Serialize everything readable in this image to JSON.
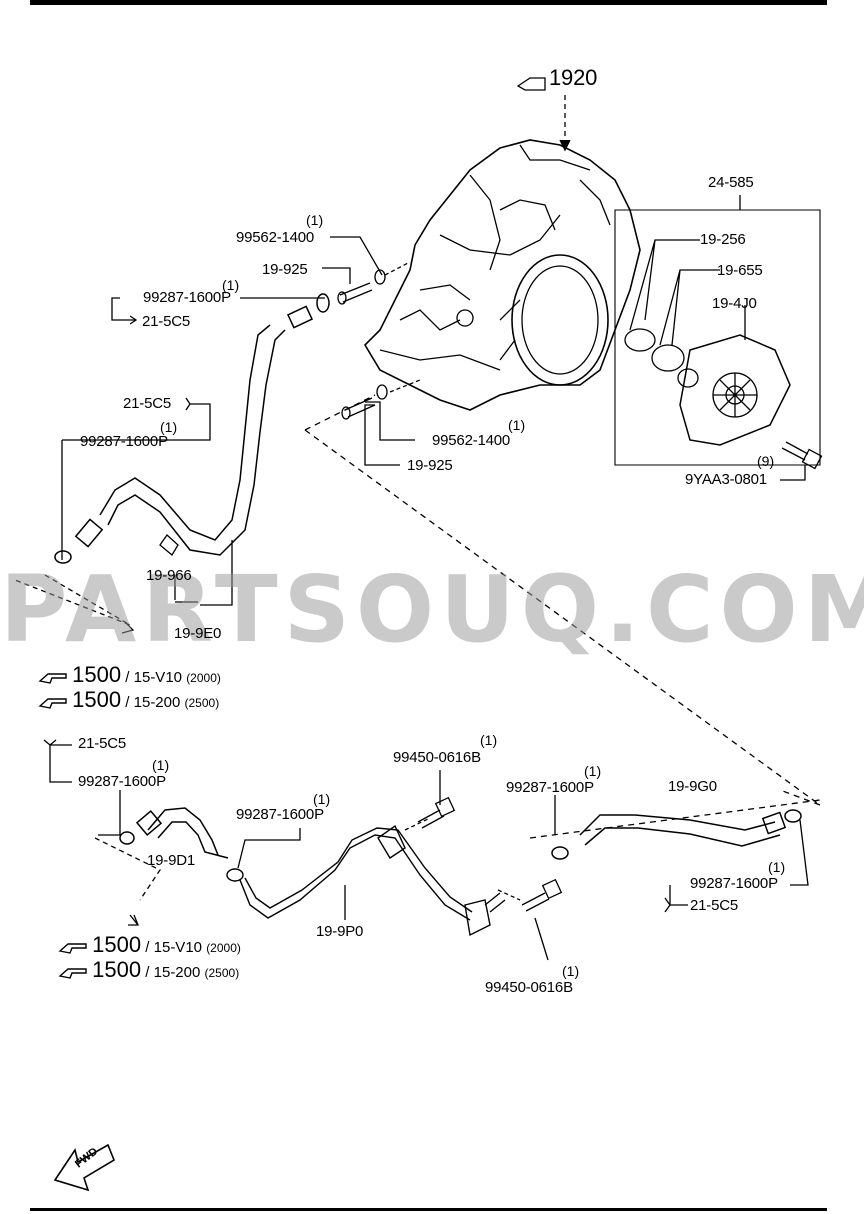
{
  "callouts": {
    "ref_1920": "1920",
    "p24_585": "24-585",
    "p19_256": "19-256",
    "p19_655": "19-655",
    "p19_4J0": "19-4J0",
    "qty_9": "(9)",
    "p9YAA3": "9YAA3-0801",
    "qty_a": "(1)",
    "p99562_top": "99562-1400",
    "p19_925_top": "19-925",
    "qty_b": "(1)",
    "p99287_a": "99287-1600P",
    "p21_5C5_a": "21-5C5",
    "p21_5C5_b": "21-5C5",
    "qty_c": "(1)",
    "p99287_b": "99287-1600P",
    "qty_d": "(1)",
    "p99562_bot": "99562-1400",
    "p19_925_bot": "19-925",
    "p19_966": "19-966",
    "p19_9E0": "19-9E0",
    "p21_5C5_c": "21-5C5",
    "qty_e": "(1)",
    "p99287_c": "99287-1600P",
    "qty_f": "(1)",
    "p99287_d": "99287-1600P",
    "p19_9D1": "19-9D1",
    "qty_g": "(1)",
    "p99450_top": "99450-0616B",
    "qty_h": "(1)",
    "p99287_e": "99287-1600P",
    "p19_9G0": "19-9G0",
    "qty_i": "(1)",
    "p99287_f": "99287-1600P",
    "p21_5C5_d": "21-5C5",
    "p19_9P0": "19-9P0",
    "qty_j": "(1)",
    "p99450_bot": "99450-0616B"
  },
  "refs": {
    "upper_1": {
      "num": "1500",
      "text": "/ 15-V10",
      "year": "(2000)"
    },
    "upper_2": {
      "num": "1500",
      "text": "/ 15-200",
      "year": "(2500)"
    },
    "lower_1": {
      "num": "1500",
      "text": "/ 15-V10",
      "year": "(2000)"
    },
    "lower_2": {
      "num": "1500",
      "text": "/ 15-200",
      "year": "(2500)"
    }
  },
  "watermark": "PARTSOUQ.COM",
  "fwd_label": "FWD"
}
